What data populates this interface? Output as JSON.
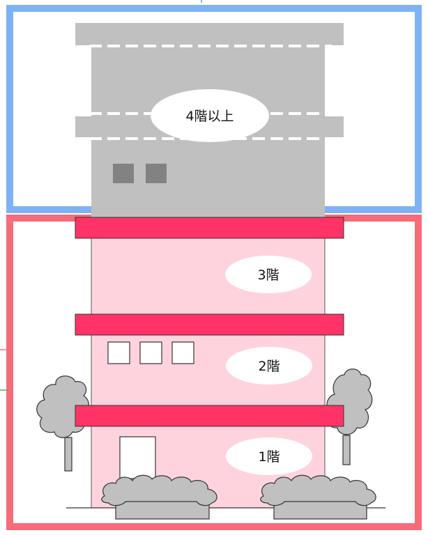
{
  "upper_zone": {
    "label": "4階以上",
    "border_color": "#7fb2f5",
    "building_color": "#c0c0c0",
    "window_color": "#828282"
  },
  "lower_zone": {
    "border_color": "#f76b7a",
    "building_color": "#ffd3de",
    "band_color": "#ff3366"
  },
  "floors": [
    {
      "label": "3階"
    },
    {
      "label": "2階"
    },
    {
      "label": "1階"
    }
  ],
  "trees": [
    {
      "name": "left-tree"
    },
    {
      "name": "right-tree"
    }
  ],
  "bushes": [
    {
      "name": "left-bush"
    },
    {
      "name": "right-bush"
    }
  ],
  "vegetation_color": "#c0c0c0"
}
